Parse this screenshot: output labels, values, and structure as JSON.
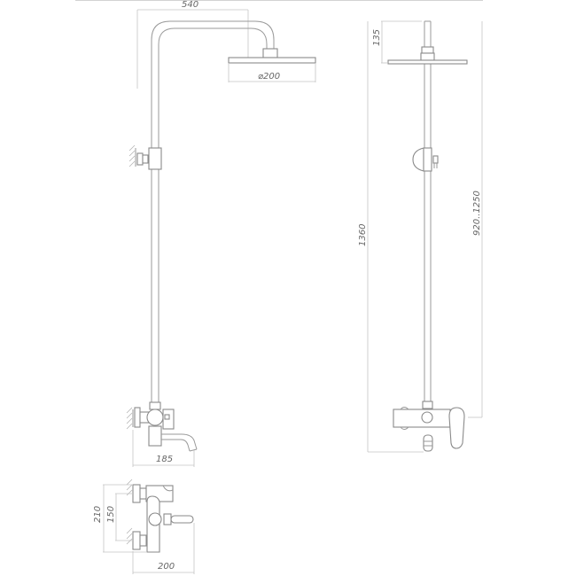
{
  "drawing": {
    "subject": "Shower system with bath mixer – technical dimension drawing",
    "views": [
      "front-view",
      "side-view",
      "mixer-top-view"
    ],
    "line_color": "#9a9a9a",
    "dimension_color": "#c4c4c4",
    "label_color": "#666666"
  },
  "dimensions": {
    "overall_width": "540",
    "head_diameter": "⌀200",
    "spout_reach": "185",
    "head_height": "135",
    "total_height": "1360",
    "adjustable_height": "920..1250",
    "mixer_height": "210",
    "mixer_centers": "150",
    "mixer_depth": "200"
  }
}
